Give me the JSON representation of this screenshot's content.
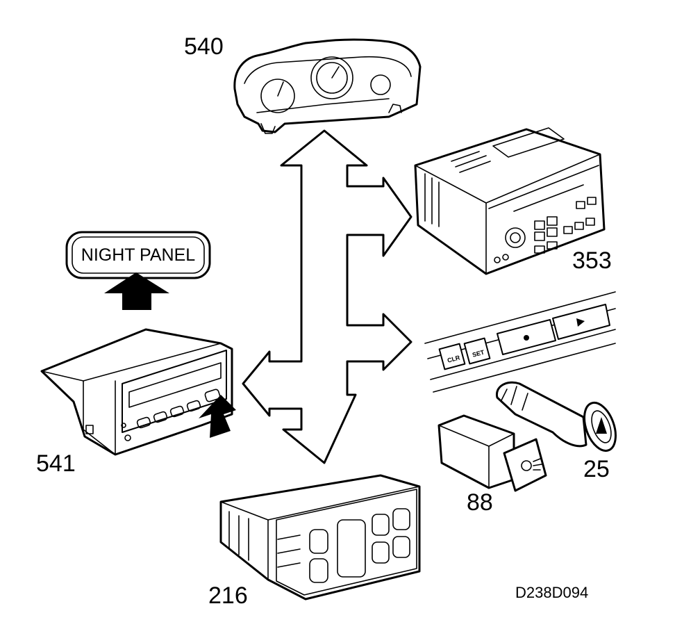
{
  "diagram": {
    "components": [
      {
        "id": "instrument-cluster",
        "number": "540"
      },
      {
        "id": "radio-unit",
        "number": "353"
      },
      {
        "id": "cruise-control-panel",
        "number": "",
        "buttons": [
          "CLR",
          "SET"
        ]
      },
      {
        "id": "cigarette-lighter",
        "number": "25"
      },
      {
        "id": "fog-light-switch",
        "number": "88"
      },
      {
        "id": "climate-control-unit",
        "number": "216"
      },
      {
        "id": "sid-display-unit",
        "number": "541"
      }
    ],
    "night_panel_button": "NIGHT PANEL",
    "figure_code": "D238D094"
  }
}
